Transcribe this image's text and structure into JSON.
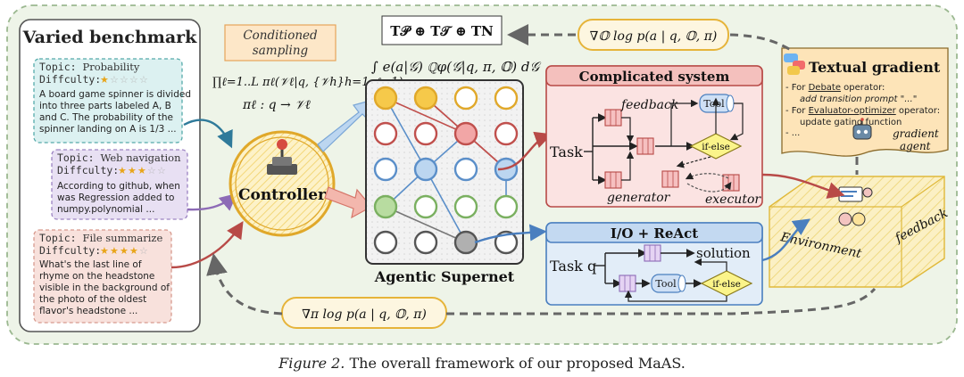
{
  "benchmark": {
    "title": "Varied benchmark",
    "cards": [
      {
        "topic_key": "Topic:",
        "topic": "Probability",
        "diff_key": "Diffculty:",
        "stars": 1,
        "lines": [
          "A board game spinner is divided",
          "into three parts labeled A, B",
          "and C. The probability of the",
          "spinner landing on A is 1/3 ..."
        ]
      },
      {
        "topic_key": "Topic:",
        "topic": "Web navigation",
        "diff_key": "Diffculty:",
        "stars": 3,
        "lines": [
          "According to github, when",
          "was Regression added to",
          "numpy.polynomial ..."
        ]
      },
      {
        "topic_key": "Topic:",
        "topic": "File summarize",
        "diff_key": "Diffculty:",
        "stars": 4,
        "lines": [
          "What's the last line of",
          "rhyme on the headstone",
          "visible in the background of",
          "the photo of the oldest",
          "flavor's headstone ..."
        ]
      }
    ],
    "max_stars": 5
  },
  "conditioned": {
    "line1": "Conditioned",
    "line2": "sampling"
  },
  "formula_product": "∏ℓ=1..L πℓ(𝒱ℓ|q, {𝒱h}h=1..ℓ−1)",
  "formula_policy": "πℓ : q → 𝒱ℓ",
  "controller_label": "Controller",
  "integral_formula": "∫ e(a|𝒢) ℚφ(𝒢|q, π, 𝕆) d𝒢",
  "top_formula": "T𝒫 ⊕ T𝒯 ⊕ TN",
  "grad_top": "∇𝕆 log p(a | q, 𝕆, π)",
  "grad_bottom": "∇π log p(a | q, 𝕆, π)",
  "supernet_label": "Agentic Supernet",
  "complicated": {
    "title": "Complicated system",
    "task": "Task",
    "feedback": "feedback",
    "tool": "Tool",
    "ifelse": "if-else",
    "generator": "generator",
    "executor": "executor"
  },
  "io": {
    "title": "I/O + ReAct",
    "task": "Task q",
    "solution": "solution",
    "tool": "Tool",
    "ifelse": "if-else"
  },
  "textual": {
    "title": "Textual gradient",
    "item1_a": "- For ",
    "item1_b": "Debate",
    "item1_c": " operator:",
    "item1_d": "add transition prompt \"...\"",
    "item2_a": "- For ",
    "item2_b": "Evaluator-optimizer",
    "item2_c": " operator:",
    "item2_d": "update gating function",
    "item3": "- ...",
    "agent_line1": "gradient",
    "agent_line2": "agent"
  },
  "environment": {
    "env": "Environment",
    "feedback": "feedback"
  },
  "caption": {
    "label": "Figure 2.",
    "text": " The overall framework of our proposed MaAS."
  },
  "colors": {
    "outer_bg": "#eef4e8",
    "outer_border": "#9bb890",
    "red": "#c0504d",
    "blue": "#5b8fc9",
    "gold": "#e8b428",
    "green": "#8fc07a",
    "gray": "#777777",
    "purple": "#a183c6"
  }
}
